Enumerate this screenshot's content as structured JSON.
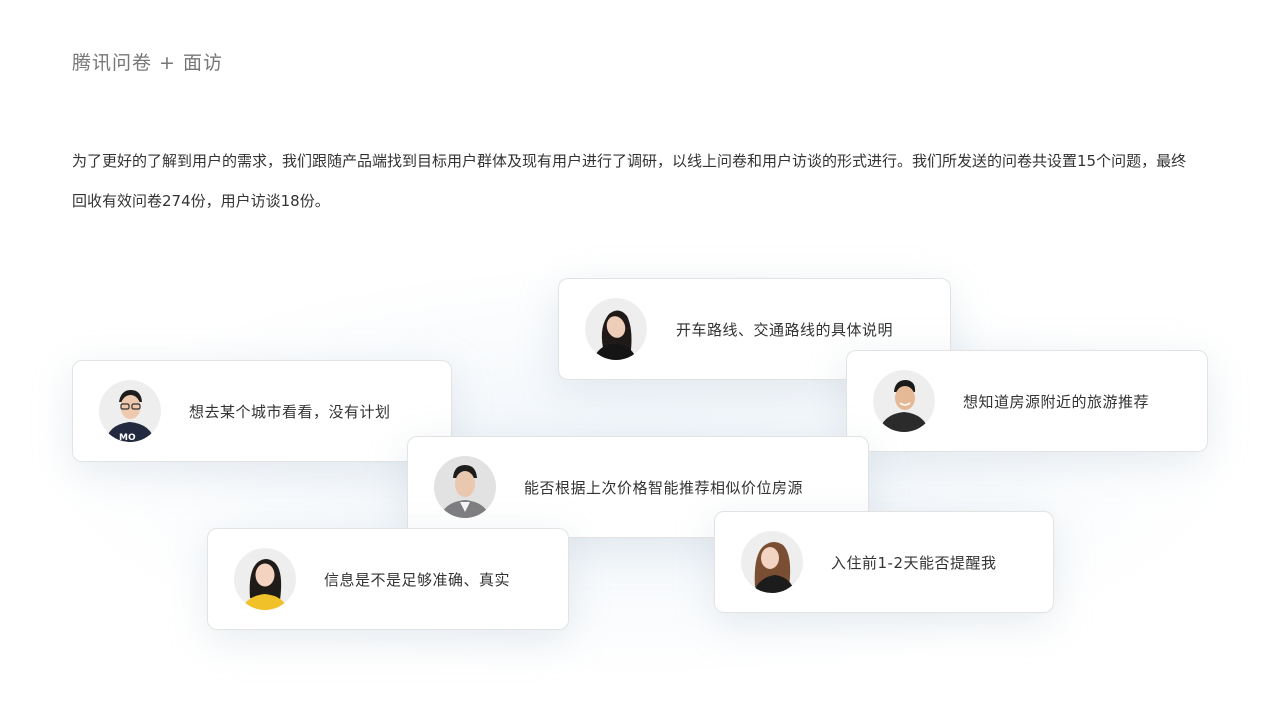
{
  "header": {
    "title": "腾讯问卷 + 面访"
  },
  "intro": {
    "text": "为了更好的了解到用户的需求，我们跟随产品端找到目标用户群体及现有用户进行了调研，以线上问卷和用户访谈的形式进行。我们所发送的问卷共设置15个问题，最终回收有效问卷274份，用户访谈18份。"
  },
  "feedback_cards": [
    {
      "quote": "开车路线、交通路线的具体说明",
      "avatar": {
        "gender": "female",
        "hair": "#1f1a18",
        "shirt": "#151515",
        "skin": "#f0cdb8"
      }
    },
    {
      "quote": "想去某个城市看看，没有计划",
      "avatar": {
        "gender": "male",
        "hair": "#1c1c1c",
        "shirt": "#232a3f",
        "skin": "#efc9ae",
        "glasses": true
      }
    },
    {
      "quote": "想知道房源附近的旅游推荐",
      "avatar": {
        "gender": "male",
        "hair": "#1a1a1a",
        "shirt": "#2b2b2b",
        "skin": "#e5b896"
      }
    },
    {
      "quote": "能否根据上次价格智能推荐相似价位房源",
      "avatar": {
        "gender": "male",
        "hair": "#1d1d1d",
        "shirt": "#7d7d80",
        "skin": "#eac8b0"
      }
    },
    {
      "quote": "信息是不是足够准确、真实",
      "avatar": {
        "gender": "female",
        "hair": "#1f1b18",
        "shirt": "#f1c12a",
        "skin": "#f4d4c0"
      }
    },
    {
      "quote": "入住前1-2天能否提醒我",
      "avatar": {
        "gender": "female",
        "hair": "#7a4e32",
        "shirt": "#1c1c1c",
        "skin": "#f3d3c1"
      }
    }
  ],
  "colors": {
    "title_text": "#777777",
    "body_text": "#333333",
    "card_border": "#e3e3e3",
    "card_bg": "#ffffff",
    "avatar_bg": "#eeeeee"
  }
}
